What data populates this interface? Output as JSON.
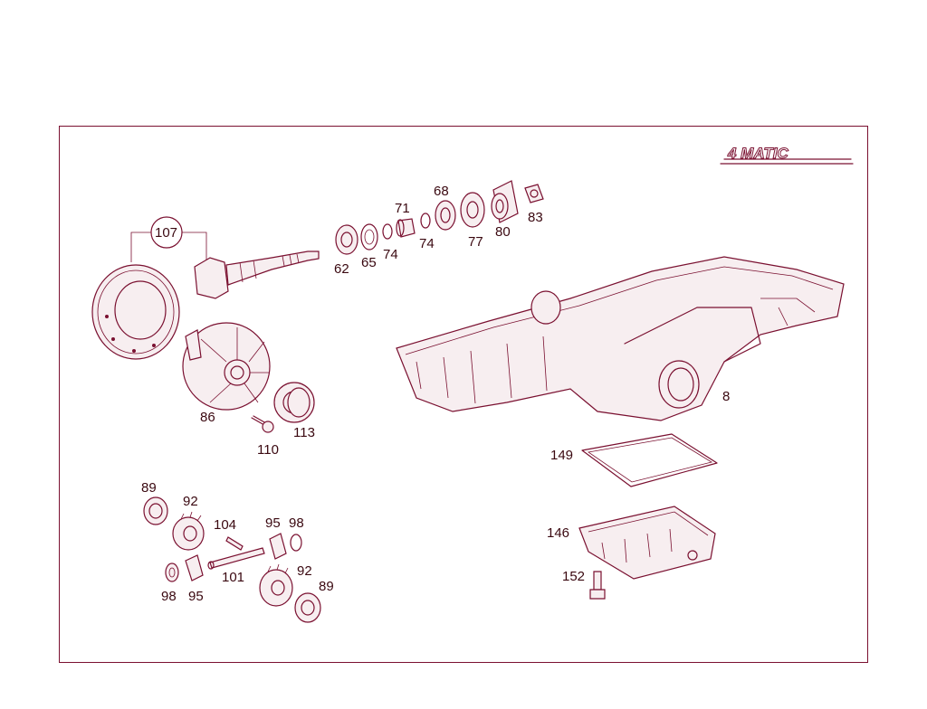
{
  "brand": {
    "logo_text": "4 MATIC",
    "accent": "#7a1030"
  },
  "parts": {
    "p107": "107",
    "p86": "86",
    "p110": "110",
    "p113": "113",
    "p62": "62",
    "p65": "65",
    "p74a": "74",
    "p71": "71",
    "p74b": "74",
    "p68": "68",
    "p77": "77",
    "p80": "80",
    "p83": "83",
    "p8": "8",
    "p149": "149",
    "p146": "146",
    "p152": "152",
    "p89a": "89",
    "p92a": "92",
    "p104": "104",
    "p95a": "95",
    "p98a": "98",
    "p101": "101",
    "p98b": "98",
    "p95b": "95",
    "p92b": "92",
    "p89b": "89"
  }
}
